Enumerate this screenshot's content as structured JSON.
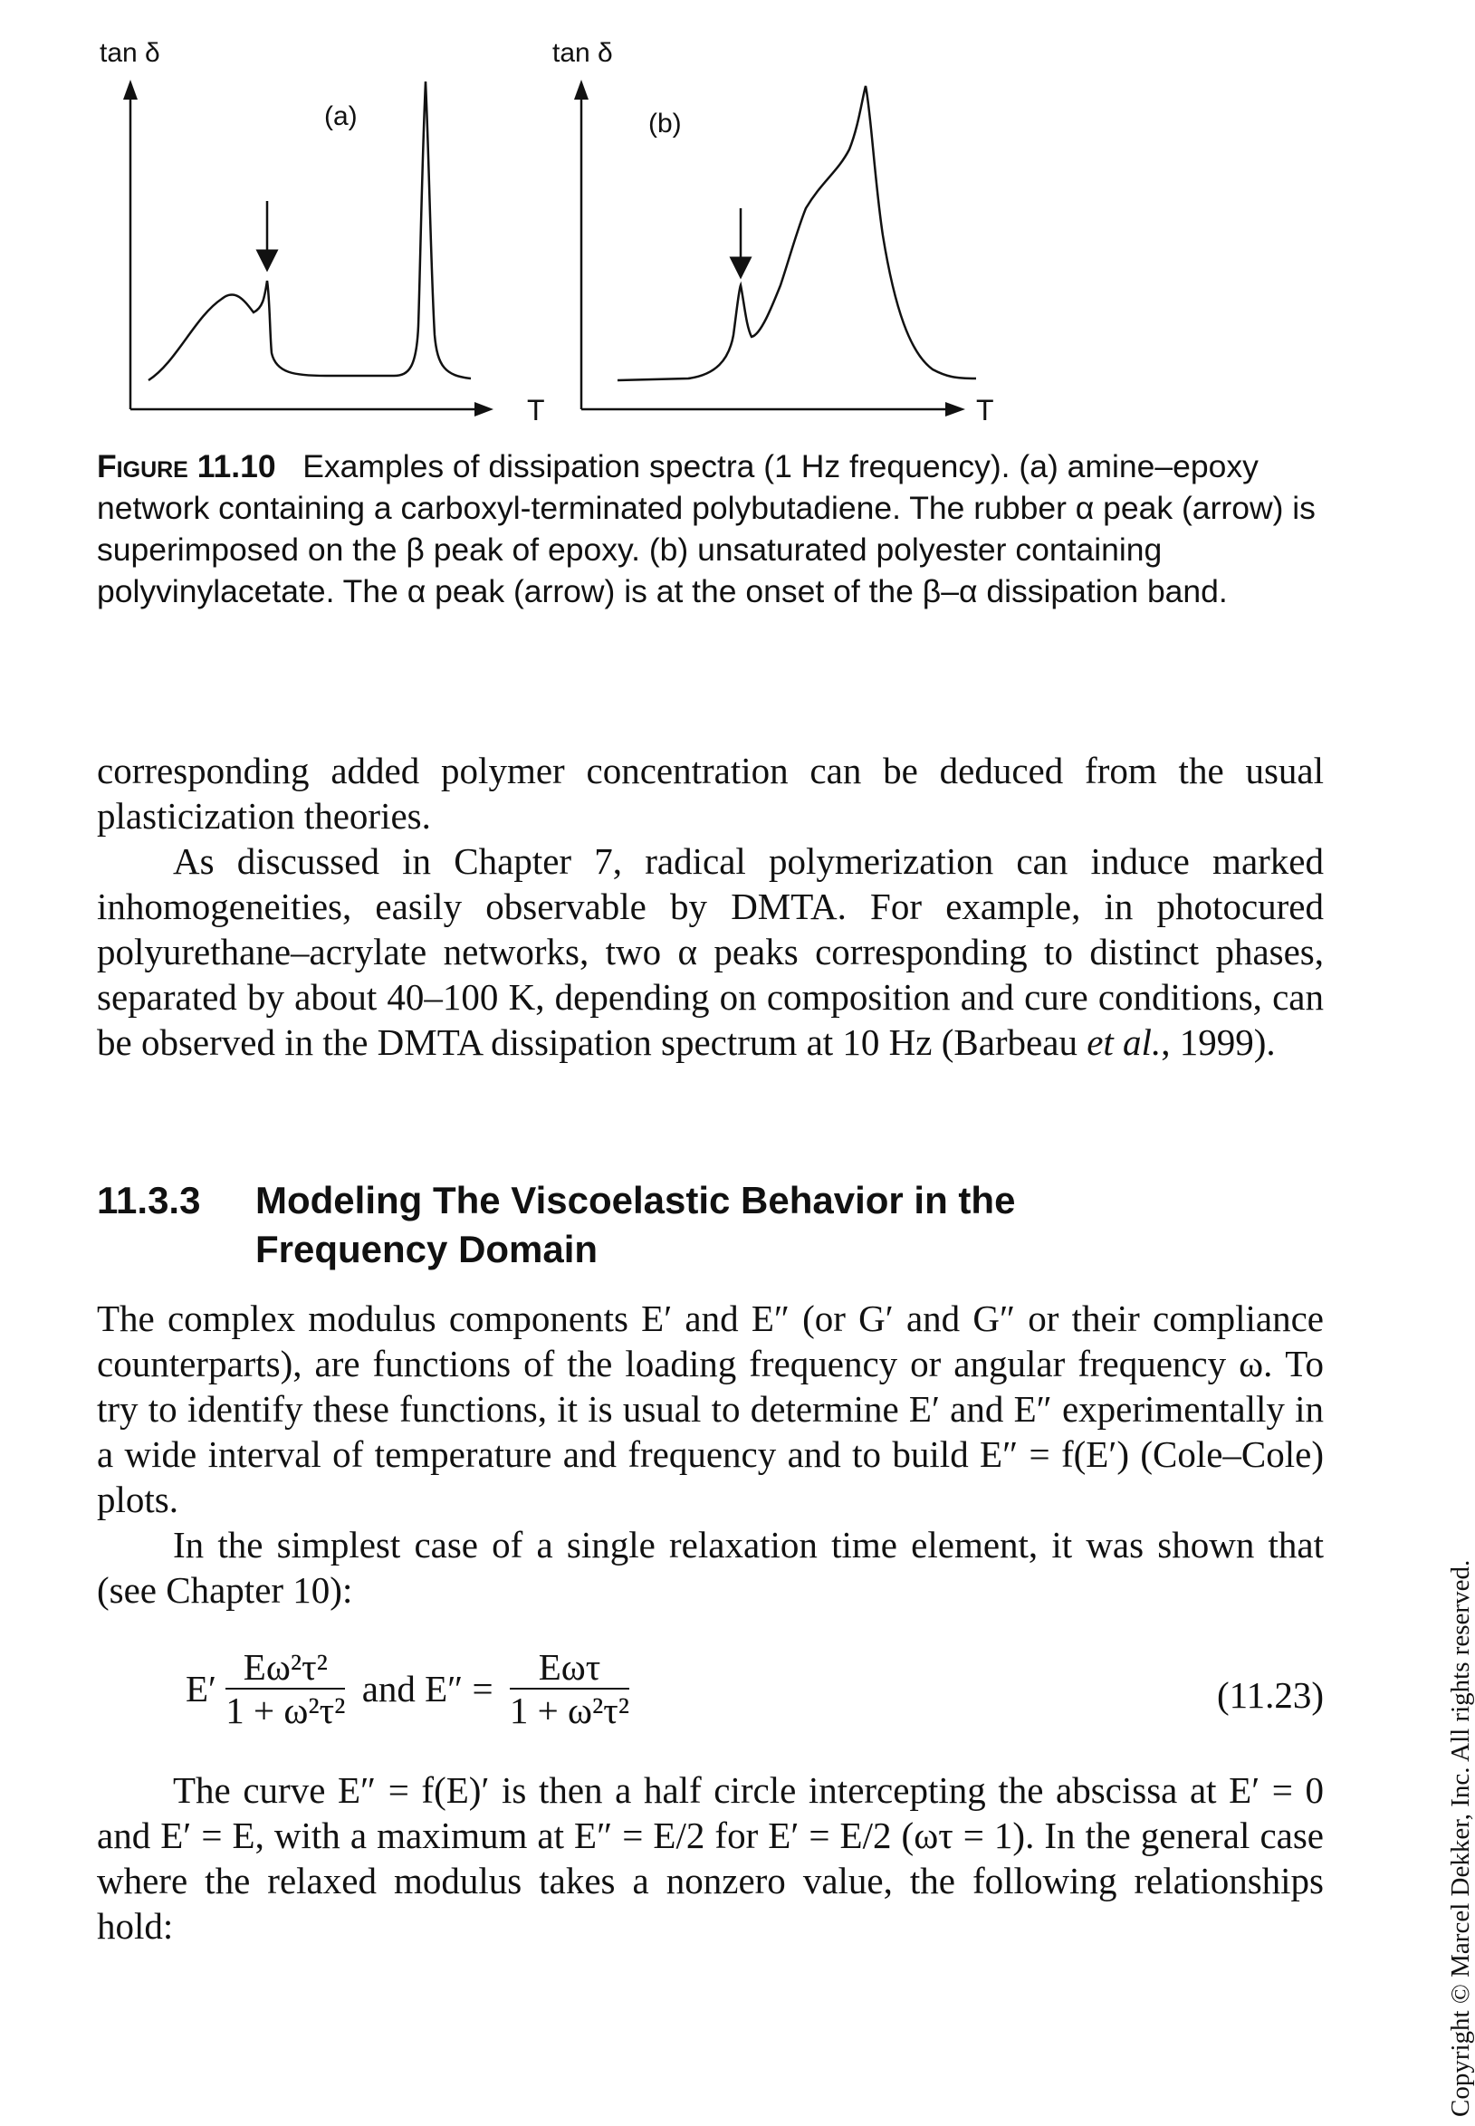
{
  "figure": {
    "panel_a": {
      "label": "(a)",
      "y_axis_label": "tan δ",
      "x_axis_label": "T"
    },
    "panel_b": {
      "label": "(b)",
      "y_axis_label": "tan δ",
      "x_axis_label": "T"
    }
  },
  "caption": {
    "label": "Figure 11.10",
    "text": "Examples of dissipation spectra (1 Hz frequency). (a) amine–epoxy network containing a carboxyl-terminated polybutadiene. The rubber α peak (arrow) is superimposed on the β peak of epoxy. (b) unsaturated polyester containing polyvinylacetate. The α peak (arrow) is at the onset of the β–α dissipation band."
  },
  "paragraphs": {
    "p1": "corresponding added polymer concentration can be deduced from the usual plasticization theories.",
    "p2_before_italic": "As discussed in Chapter 7, radical polymerization can induce marked inhomogeneities, easily observable by DMTA. For example, in photocured polyurethane–acrylate networks, two α peaks corresponding to distinct phases, separated by about 40–100 K, depending on composition and cure conditions, can be observed in the DMTA dissipation spectrum at 10 Hz (Barbeau ",
    "p2_italic": "et al.",
    "p2_after_italic": ", 1999)."
  },
  "section": {
    "number": "11.3.3",
    "title_line1": "Modeling The Viscoelastic Behavior in the",
    "title_line2": "Frequency Domain"
  },
  "paragraphs2": {
    "p3": "The complex modulus components E′ and E″ (or G′ and G″ or their compliance counterparts), are functions of the loading frequency or angular frequency ω. To try to identify these functions, it is usual to determine E′ and E″ experimentally in a wide interval of temperature and frequency and to build E″ = f(E′) (Cole–Cole) plots.",
    "p4": "In the simplest case of a single relaxation time element, it was shown that (see Chapter 10):",
    "p5": "The curve E″ = f(E)′ is then a half circle intercepting the abscissa at E′ = 0 and E′ = E, with a maximum at E″ = E/2 for E′ = E/2 (ωτ = 1). In the general case where the relaxed modulus takes a nonzero value, the following relationships hold:"
  },
  "equation": {
    "lhs1": "E′",
    "frac1_num": "Eω²τ²",
    "frac1_den": "1 + ω²τ²",
    "connector": "and E″ =",
    "frac2_num": "Eωτ",
    "frac2_den": "1 + ω²τ²",
    "number": "(11.23)"
  },
  "copyright": "Copyright © Marcel Dekker, Inc. All rights reserved."
}
